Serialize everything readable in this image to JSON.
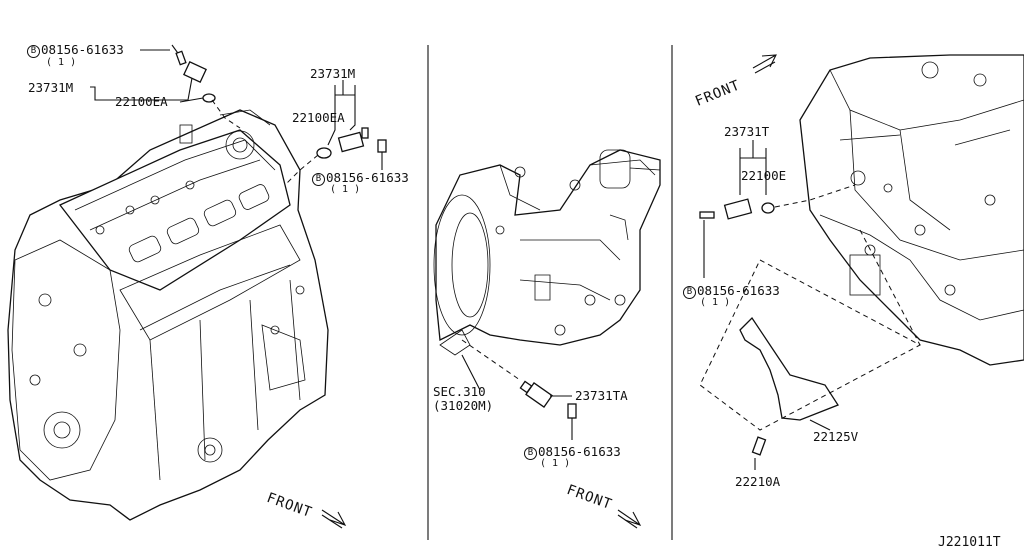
{
  "diagram": {
    "panel_left": {
      "bolt_top": {
        "part": "08156-61633",
        "qty": "( 1 )"
      },
      "sensor_left": "23731M",
      "seal_left": "22100EA",
      "sensor_right": "23731M",
      "seal_right": "22100EA",
      "bolt_right": {
        "part": "08156-61633",
        "qty": "( 1 )"
      },
      "front": "FRONT"
    },
    "panel_center": {
      "sec_ref": "SEC.310",
      "sec_ref_part": "(31020M)",
      "sensor": "23731TA",
      "bolt": {
        "part": "08156-61633",
        "qty": "( 1 )"
      },
      "front": "FRONT"
    },
    "panel_right": {
      "front": "FRONT",
      "sensor": "23731T",
      "seal": "22100E",
      "bolt": {
        "part": "08156-61633",
        "qty": "( 1 )"
      },
      "cover": "22125V",
      "cover_bolt": "22210A"
    },
    "bolt_marker": "B",
    "diagram_code": "J221011T"
  }
}
